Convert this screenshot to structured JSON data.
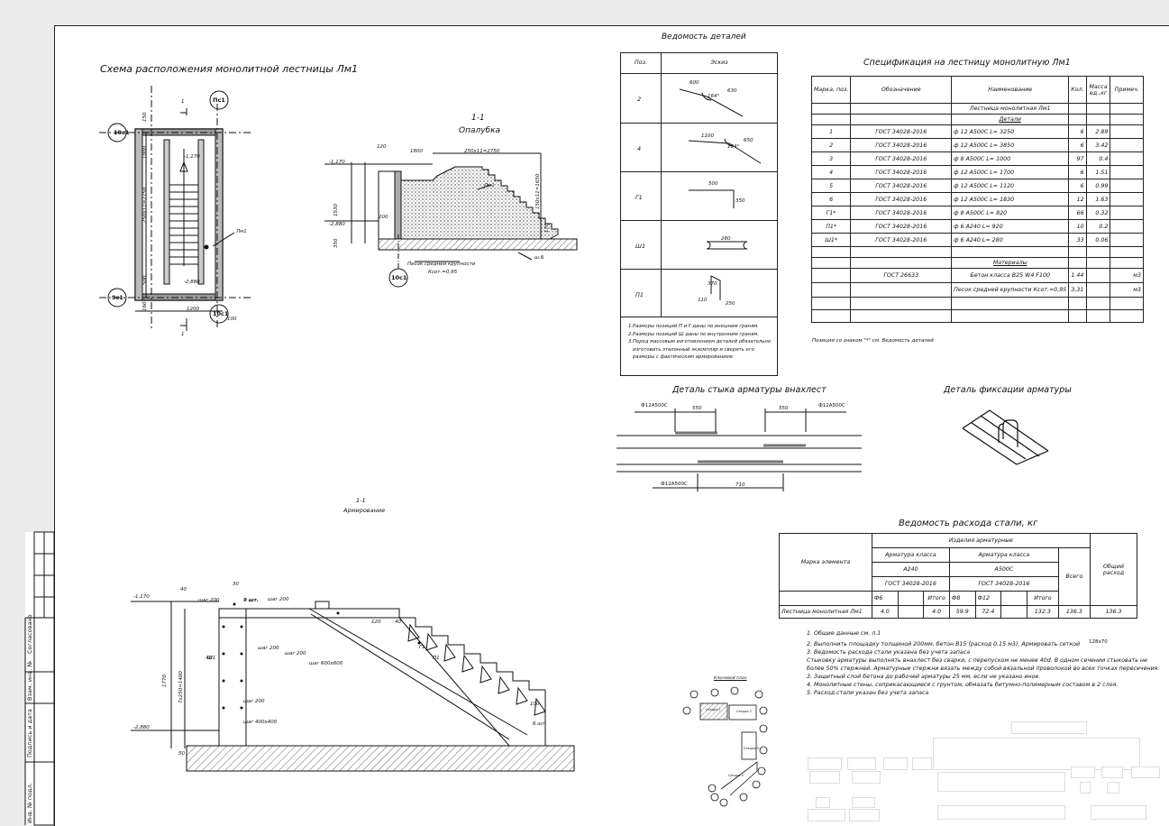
{
  "plan": {
    "title": "Схема расположения монолитной лестницы Лм1",
    "axis_top_left": "10с1",
    "axis_top_right": "Пс1",
    "axis_bottom_left": "9с1",
    "axis_bottom_right": "10с1",
    "lvl_top": "-1,170",
    "lvl_bot": "-2,880",
    "label_lm": "Лм1",
    "dim_w": "1200",
    "dim_h": "250х11=2750",
    "dim_a": "1800",
    "dim_b": "500",
    "dim_c": "150",
    "dim_d": "160",
    "cut": "1",
    "dim_e": "100"
  },
  "formwork": {
    "title1": "1-1",
    "title2": "Опалубка",
    "lvl_top": "-1,170",
    "lvl_bot": "-2,880",
    "label_lm": "Лм1",
    "dims": [
      "1800",
      "250х11=2750",
      "150х11=1650",
      "1530",
      "200",
      "350",
      "170",
      "120"
    ],
    "sand": "Песок средней крупности",
    "kcom": "Ксот.=0,95",
    "axis": "10с1",
    "marks": [
      "ш.Б"
    ]
  },
  "reinf": {
    "title1": "1-1",
    "title2": "Армирование",
    "lvl_top": "-1,170",
    "lvl_bot": "-2,880",
    "dim_v": "7х250=1400",
    "dim_total": "1770",
    "labels": [
      "шаг 200",
      "шаг 200",
      "шаг 200",
      "шаг 200",
      "шаг 200",
      "шаг 400х400",
      "шаг 600х600",
      "9 шт.",
      "6 шт.",
      "П1",
      "Г1",
      "Ш1"
    ],
    "dims": [
      "30",
      "40",
      "40",
      "120",
      "40",
      "100",
      "50"
    ]
  },
  "details": {
    "title": "Ведомость деталей",
    "h_pos": "Поз.",
    "h_sketch": "Эскиз",
    "rows": [
      {
        "pos": "2",
        "dims": [
          "600",
          "164°",
          "630"
        ]
      },
      {
        "pos": "4",
        "dims": [
          "1100",
          "164°",
          "650"
        ]
      },
      {
        "pos": "Г1",
        "dims": [
          "500",
          "350"
        ]
      },
      {
        "pos": "Ш1",
        "dims": [
          "280"
        ]
      },
      {
        "pos": "П1",
        "dims": [
          "370",
          "110",
          "250"
        ]
      }
    ],
    "notes": [
      "1.Размеры позиций П и Г даны по внешним граням.",
      "2.Размеры позиций Ш даны по внутренним граням.",
      "3.Перед массовым изготовлением деталей обязательно",
      "изготовить эталонный экземпляр и сверить его",
      "размеры с фактическим армированием."
    ]
  },
  "spec": {
    "title": "Спецификация на лестницу монолитную Лм1",
    "headers": [
      "Марка, поз.",
      "Обозначение",
      "Наименование",
      "Кол.",
      "Масса ед.,кг",
      "Примеч."
    ],
    "section": "Лестница монолитная Лм1",
    "sub1": "Детали",
    "sub2": "Материалы",
    "rows": [
      [
        "1",
        "ГОСТ 34028-2016",
        "ф 12  А500С  L= 3250",
        "6",
        "2.89",
        ""
      ],
      [
        "2",
        "ГОСТ 34028-2016",
        "ф 12  А500С  L= 3850",
        "6",
        "3.42",
        ""
      ],
      [
        "3",
        "ГОСТ 34028-2016",
        "ф 8  А500С  L= 1000",
        "97",
        "0.4",
        ""
      ],
      [
        "4",
        "ГОСТ 34028-2016",
        "ф 12  А500С  L= 1700",
        "6",
        "1.51",
        ""
      ],
      [
        "5",
        "ГОСТ 34028-2016",
        "ф 12  А500С  L= 1120",
        "6",
        "0.99",
        ""
      ],
      [
        "6",
        "ГОСТ 34028-2016",
        "ф 12  А500С  L= 1830",
        "12",
        "1.63",
        ""
      ],
      [
        "Г1*",
        "ГОСТ 34028-2016",
        "ф 8  А500С  L= 820",
        "66",
        "0.32",
        ""
      ],
      [
        "П1*",
        "ГОСТ 34028-2016",
        "ф 6  А240  L= 920",
        "10",
        "0.2",
        ""
      ],
      [
        "Ш1*",
        "ГОСТ 34028-2016",
        "ф 6  А240  L= 280",
        "33",
        "0.06",
        ""
      ]
    ],
    "mat": [
      [
        "",
        "ГОСТ 26633",
        "Бетон класса В25 W4 F100",
        "1.44",
        "",
        "м3"
      ],
      [
        "",
        "",
        "Песок средней крупности Ксот.=0,95",
        "3,31",
        "",
        "м3"
      ]
    ],
    "footnote": "Позиции со знаком \"*\" см. Ведомость деталей"
  },
  "lap": {
    "title": "Деталь стыка арматуры внахлест",
    "bar1": "Ф12А500С",
    "bar2": "Ф12А500С",
    "bar3": "Ф12А500С",
    "d1": "550",
    "d2": "550",
    "d3": "710"
  },
  "fix": {
    "title": "Деталь фиксации арматуры"
  },
  "steel": {
    "title": "Ведомость расхода стали, кг",
    "h_mark": "Марка элемента",
    "h_items": "Изделия арматурные",
    "h_cls1": "Арматура класса",
    "h_cls2": "Арматура класса",
    "h_a240": "А240",
    "h_a500": "А500С",
    "h_gost1": "ГОСТ 34028-2016",
    "h_gost2": "ГОСТ 34028-2016",
    "h_total": "Всего",
    "h_overall": "Общий расход",
    "c6": "Ф6",
    "citog1": "Итого",
    "c8": "Ф8",
    "c12": "Ф12",
    "citog2": "Итого",
    "row": [
      "Лестница монолитная Лм1",
      "4.0",
      "",
      "4.0",
      "59.9",
      "72.4",
      "",
      "132.3",
      "136.3",
      "136.3"
    ]
  },
  "notes": [
    "1.   Общие данные см. л.1",
    "2.   Выполнить площадку толщиной 200мм, бетон В15 (расход 0,15 м3). Армировать сеткой",
    "3.   Ведомость расхода стали указана без учета запаса",
    "     Стыковку арматуры выполнять внахлест без сварки, с перепуском не менее 40d. В одном сечении стыковать не",
    "     более 50% стержней. Арматурные стержни вязать между собой вязальной проволокой во всех точках пересечения.",
    "3.   Защитный слой бетона до рабочей арматуры 25 мм, если не указано иное.",
    "4.   Монолитные стены, соприкасающиеся с грунтом, обмазать битумно-полимерным составом в 2 слоя.",
    "5.   Расход стали указан без учета запаса"
  ],
  "mesh": "128х70",
  "keyplan": {
    "title": "Ключевой план",
    "labels": [
      "Секция 1",
      "Секция 2",
      "Секция 3",
      "Секция 4"
    ]
  },
  "stamp": {
    "s1": "Согласовано",
    "s2": "Взам. инв. №",
    "s3": "Подпись и дата",
    "s4": "Инв. № подл."
  }
}
